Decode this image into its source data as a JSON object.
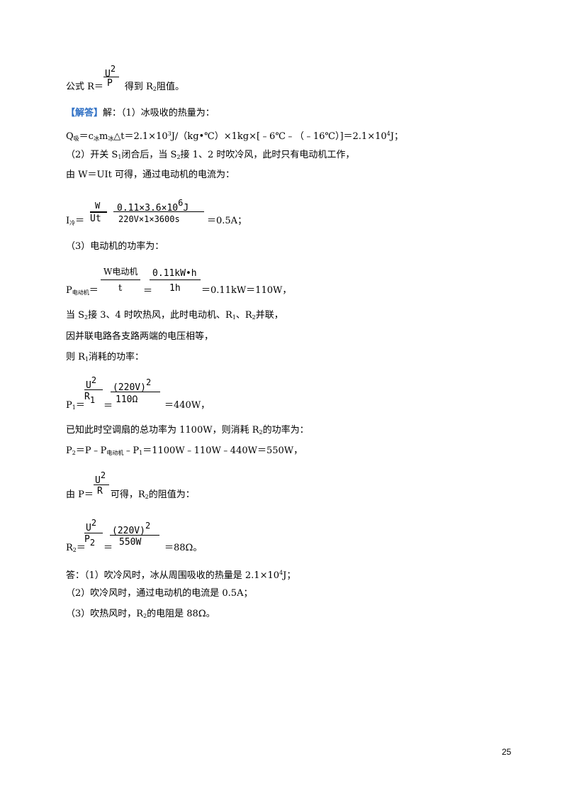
{
  "fragment": {
    "num": "U",
    "num_sup": "2",
    "den": "P",
    "prefix": "公式 R＝",
    "suffix": "得到 R",
    "suffix_sub": "2",
    "suffix_end": "阻值。"
  },
  "answer": {
    "tag": "【解答】",
    "line1": "解：（1）冰吸收的热量为：",
    "q_formula": {
      "q": "Q",
      "q_sub": "吸",
      "mid1": "＝c",
      "c_sub": "冰",
      "m": "m",
      "m_sub": "冰",
      "mid2": "△t＝2.1×10",
      "exp1": "3",
      "mid3": "J/（kg•℃）×1kg×[﹣6℃﹣（﹣16℃）]＝2.1×10",
      "exp2": "4",
      "end": "J；"
    },
    "line2": "（2）开关 S",
    "line2_s1": "1",
    "line2_b": "闭合后，当 S",
    "line2_s2": "2",
    "line2_c": "接 1、2 时吹冷风，此时只有电动机工作，",
    "line3": "由 W＝UIt 可得，通过电动机的电流为：",
    "current": {
      "lhs": "I",
      "lhs_sub": "冷",
      "eq": "＝",
      "f1_num": "W",
      "f1_den": "Ut",
      "f2_num": "0.11×3.6×10",
      "f2_exp": "6",
      "f2_unit": "J",
      "f2_den": "220V×1×3600s",
      "result": "＝0.5A；"
    },
    "line4": "（3）电动机的功率为：",
    "power": {
      "lhs": "P",
      "lhs_sub": "电动机",
      "eq": "＝",
      "f1_num": "W",
      "f1_num_sub": "电动机",
      "f1_den": "t",
      "eq2": "＝",
      "f2_num": "0.11kW•h",
      "f2_den": "1h",
      "result": "＝0.11kW＝110W，"
    },
    "line5a": "当 S",
    "line5_sub": "2",
    "line5b": "接 3、4 时吹热风，此时电动机、R",
    "line5_sub1": "1",
    "line5c": "、R",
    "line5_sub2": "2",
    "line5d": "并联，",
    "line6": "因并联电路各支路两端的电压相等，",
    "line7a": "则 R",
    "line7_sub": "1",
    "line7b": "消耗的功率：",
    "p1": {
      "lhs": "P",
      "lhs_sub": "1",
      "eq": "＝",
      "f1_num": "U",
      "f1_num_sup": "2",
      "f1_den": "R",
      "f1_den_sub": "1",
      "eq2": "＝",
      "f2_num": "(220V)",
      "f2_num_sup": "2",
      "f2_den": "110Ω",
      "result": "＝440W，"
    },
    "line8a": "已知此时空调扇的总功率为 1100W，则消耗 R",
    "line8_sub": "2",
    "line8b": "的功率为：",
    "p2_line": {
      "a": "P",
      "a_sub": "2",
      "b": "＝P﹣P",
      "b_sub": "电动机",
      "c": "﹣P",
      "c_sub": "1",
      "d": "＝1100W﹣110W﹣440W＝550W，"
    },
    "line9": {
      "prefix": "由 P＝",
      "num": "U",
      "num_sup": "2",
      "den": "R",
      "suffix": "可得，R",
      "suffix_sub": "2",
      "suffix_end": "的阻值为："
    },
    "r2": {
      "lhs": "R",
      "lhs_sub": "2",
      "eq": "＝",
      "f1_num": "U",
      "f1_num_sup": "2",
      "f1_den": "P",
      "f1_den_sub": "2",
      "eq2": "＝",
      "f2_num": "(220V)",
      "f2_num_sup": "2",
      "f2_den": "550W",
      "result": "＝88Ω。"
    },
    "conclusion1a": "答：（1）吹冷风时，冰从周围吸收的热量是 2.1×10",
    "conclusion1_sup": "4",
    "conclusion1b": "J；",
    "conclusion2": "（2）吹冷风时，通过电动机的电流是 0.5A；",
    "conclusion3a": "（3）吹热风时，R",
    "conclusion3_sub": "2",
    "conclusion3b": "的电阻是 88Ω。"
  },
  "page_number": "25"
}
